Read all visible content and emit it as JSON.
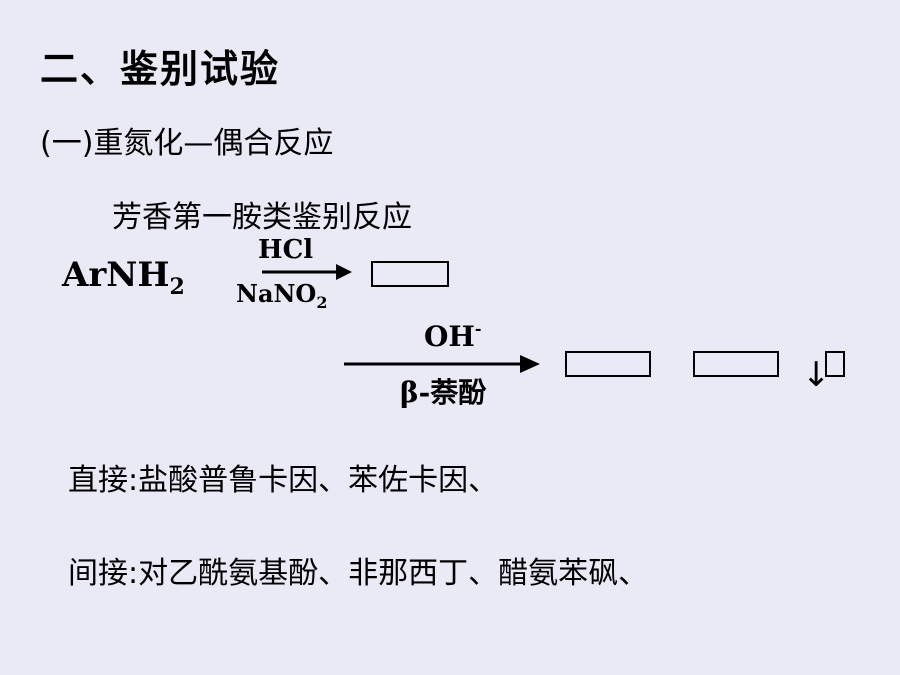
{
  "slide": {
    "title": "二、鉴别试验",
    "section": "(一)重氮化—偶合反应",
    "subtitle": "芳香第一胺类鉴别反应"
  },
  "formula": {
    "reactant": "ArNH",
    "reactant_sub": "2",
    "reagent_top": "HCl",
    "reagent_bottom": "NaNO",
    "reagent_bottom_sub": "2",
    "reagent_step2": "OH",
    "reagent_step2_sup": "-",
    "naphthol": "β-萘酚",
    "precipitate_arrow": "↓"
  },
  "tests": {
    "direct_label": "直接:",
    "direct_items": "盐酸普鲁卡因、苯佐卡因、",
    "indirect_label": "间接:",
    "indirect_items": "对乙酰氨基酚、非那西丁、醋氨苯砜、"
  }
}
